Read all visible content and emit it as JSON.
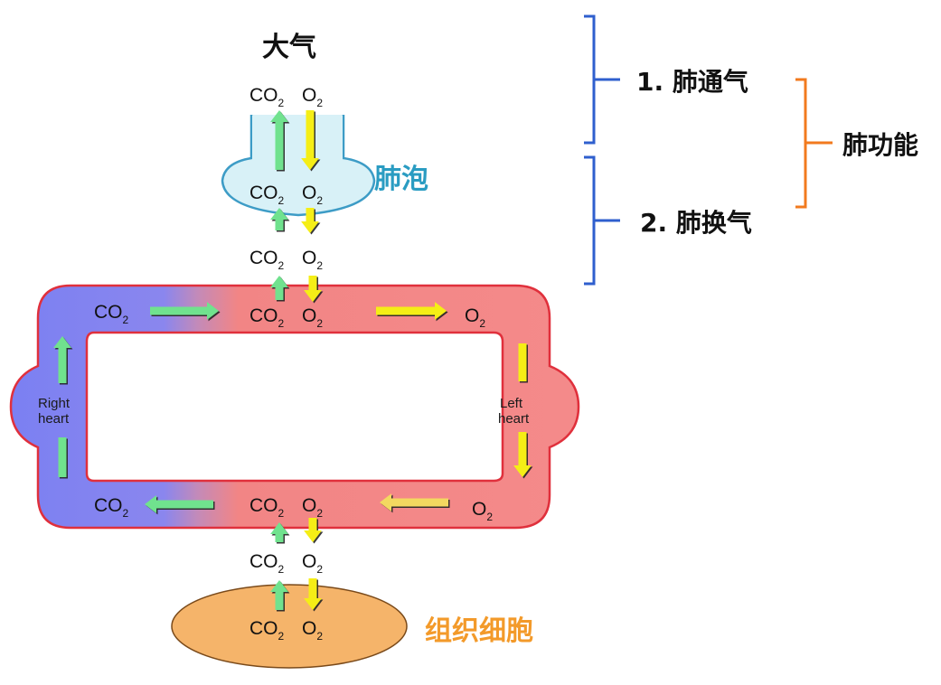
{
  "title": "大气",
  "labels": {
    "alveolus": "肺泡",
    "tissue_cells": "组织细胞",
    "right_heart_line1": "Right",
    "right_heart_line2": "heart",
    "left_heart_line1": "Left",
    "left_heart_line2": "heart"
  },
  "gases": {
    "co2": "CO",
    "o2": "O",
    "subscript": "2"
  },
  "brackets": {
    "ventilation": "1. 肺通气",
    "exchange": "2. 肺换气",
    "function": "肺功能"
  },
  "colors": {
    "venous_blue": "#7f85f2",
    "arterial_red": "#f38585",
    "vessel_border": "#e0303c",
    "alveolus_fill": "#d8f1f7",
    "alveolus_stroke": "#3d9cc6",
    "alveolus_text": "#2a9cc2",
    "tissue_fill": "#f5b46a",
    "tissue_text": "#f39a2a",
    "co2_arrow": "#6fe28e",
    "o2_arrow": "#f5ee16",
    "blue_bracket": "#2f5fce",
    "orange_bracket": "#f27a1e"
  }
}
